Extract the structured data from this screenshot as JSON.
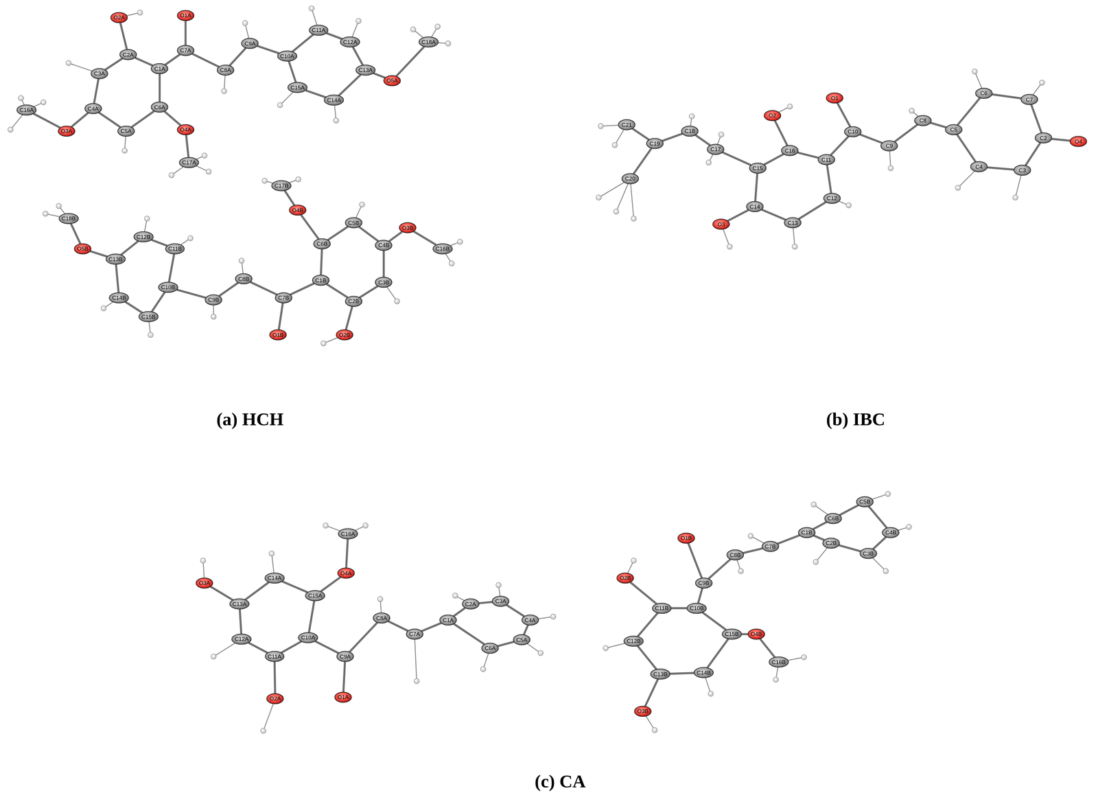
{
  "diagram": {
    "nodes": [
      {
        "text": [
          "O2A"
        ]
      },
      {
        "text": [
          "O1A"
        ]
      },
      {
        "text": [
          "C2A"
        ]
      },
      {
        "text": [
          "C7A"
        ]
      },
      {
        "text": [
          "C8A"
        ]
      },
      {
        "text": [
          "C9A"
        ]
      },
      {
        "text": [
          "C10A"
        ]
      },
      {
        "text": [
          "C11A"
        ]
      },
      {
        "text": [
          "C12A"
        ]
      },
      {
        "text": [
          "C13A"
        ]
      },
      {
        "text": [
          "O5A"
        ]
      },
      {
        "text": [
          "C18A"
        ]
      },
      {
        "text": [
          "C1A"
        ]
      },
      {
        "text": [
          "C3A"
        ]
      },
      {
        "text": [
          "C4A"
        ]
      },
      {
        "text": [
          "O3A"
        ]
      },
      {
        "text": [
          "C16A"
        ]
      },
      {
        "text": [
          "C5A"
        ]
      },
      {
        "text": [
          "C6A"
        ]
      },
      {
        "text": [
          "O4A"
        ]
      },
      {
        "text": [
          "C17A"
        ]
      },
      {
        "text": [
          "C15A"
        ]
      },
      {
        "text": [
          "C14A"
        ]
      },
      {
        "text": [
          "C17B"
        ]
      },
      {
        "text": [
          "C18B"
        ]
      },
      {
        "text": [
          "O4B"
        ]
      },
      {
        "text": [
          "C12B"
        ]
      },
      {
        "text": [
          "C11B"
        ]
      },
      {
        "text": [
          "C5B"
        ]
      },
      {
        "text": [
          "O3B"
        ]
      },
      {
        "text": [
          "C16B"
        ]
      },
      {
        "text": [
          "C4B"
        ]
      },
      {
        "text": [
          "C6B"
        ]
      },
      {
        "text": [
          "O5B"
        ]
      },
      {
        "text": [
          "C13B"
        ]
      },
      {
        "text": [
          "C8B"
        ]
      },
      {
        "text": [
          "C1B"
        ]
      },
      {
        "text": [
          "C3B"
        ]
      },
      {
        "text": [
          "C10B"
        ]
      },
      {
        "text": [
          "C9B"
        ]
      },
      {
        "text": [
          "C7B"
        ]
      },
      {
        "text": [
          "C2B"
        ]
      },
      {
        "text": [
          "C14B"
        ]
      },
      {
        "text": [
          "C15B"
        ]
      },
      {
        "text": [
          "O1B"
        ]
      },
      {
        "text": [
          "O2B"
        ]
      },
      {
        "text": [
          "O1"
        ]
      },
      {
        "text": [
          "O2"
        ]
      },
      {
        "text": [
          "C8"
        ]
      },
      {
        "text": [
          "C6"
        ]
      },
      {
        "text": [
          "C7"
        ]
      },
      {
        "text": [
          "C21"
        ]
      },
      {
        "text": [
          "C18"
        ]
      },
      {
        "text": [
          "C10"
        ]
      },
      {
        "text": [
          "C5"
        ]
      },
      {
        "text": [
          "C2"
        ]
      },
      {
        "text": [
          "O4"
        ]
      },
      {
        "text": [
          "C19"
        ]
      },
      {
        "text": [
          "C9"
        ]
      },
      {
        "text": [
          "C17"
        ]
      },
      {
        "text": [
          "C16"
        ]
      },
      {
        "text": [
          "C11"
        ]
      },
      {
        "text": [
          "C15"
        ]
      },
      {
        "text": [
          "C4"
        ]
      },
      {
        "text": [
          "C3"
        ]
      },
      {
        "text": [
          "C20"
        ]
      },
      {
        "text": [
          "C12"
        ]
      },
      {
        "text": [
          "C14"
        ]
      },
      {
        "text": [
          "C13"
        ]
      },
      {
        "text": [
          "O3"
        ]
      },
      {
        "text": [
          "C16A"
        ]
      },
      {
        "text": [
          "C14A"
        ]
      },
      {
        "text": [
          "O4A"
        ]
      },
      {
        "text": [
          "O3A"
        ]
      },
      {
        "text": [
          "C15A"
        ]
      },
      {
        "text": [
          "C13A"
        ]
      },
      {
        "text": [
          "C2A"
        ]
      },
      {
        "text": [
          "C3A"
        ]
      },
      {
        "text": [
          "C4A"
        ]
      },
      {
        "text": [
          "C10A"
        ]
      },
      {
        "text": [
          "C8A"
        ]
      },
      {
        "text": [
          "C1A"
        ]
      },
      {
        "text": [
          "C12A"
        ]
      },
      {
        "text": [
          "C9A"
        ]
      },
      {
        "text": [
          "C7A"
        ]
      },
      {
        "text": [
          "C5A"
        ]
      },
      {
        "text": [
          "C6A"
        ]
      },
      {
        "text": [
          "C11A"
        ]
      },
      {
        "text": [
          "O1A"
        ]
      },
      {
        "text": [
          "O2A"
        ]
      },
      {
        "text": [
          "O1B"
        ]
      },
      {
        "text": [
          "C6B"
        ]
      },
      {
        "text": [
          "C5B"
        ]
      },
      {
        "text": [
          "C1B"
        ]
      },
      {
        "text": [
          "C7B"
        ]
      },
      {
        "text": [
          "C4B"
        ]
      },
      {
        "text": [
          "C2B"
        ]
      },
      {
        "text": [
          "C8B"
        ]
      },
      {
        "text": [
          "C3B"
        ]
      },
      {
        "text": [
          "O2B"
        ]
      },
      {
        "text": [
          "C9B"
        ]
      },
      {
        "text": [
          "C11B"
        ]
      },
      {
        "text": [
          "C10B"
        ]
      },
      {
        "text": [
          "C15B"
        ]
      },
      {
        "text": [
          "O4B"
        ]
      },
      {
        "text": [
          "C12B"
        ]
      },
      {
        "text": [
          "C16B"
        ]
      },
      {
        "text": [
          "C13B"
        ]
      },
      {
        "text": [
          "C14B"
        ]
      },
      {
        "text": [
          "O3B"
        ]
      }
    ],
    "edges": [
      {
        "from": 0,
        "to": 2,
        "arrow": "none"
      },
      {
        "from": 2,
        "to": 12,
        "arrow": "none"
      },
      {
        "from": 2,
        "to": 13,
        "arrow": "none"
      },
      {
        "from": 12,
        "to": 3,
        "arrow": "none"
      },
      {
        "from": 3,
        "to": 1,
        "arrow": "none"
      },
      {
        "from": 3,
        "to": 4,
        "arrow": "none"
      },
      {
        "from": 4,
        "to": 5,
        "arrow": "none"
      },
      {
        "from": 5,
        "to": 6,
        "arrow": "none"
      },
      {
        "from": 6,
        "to": 7,
        "arrow": "none"
      },
      {
        "from": 7,
        "to": 8,
        "arrow": "none"
      },
      {
        "from": 8,
        "to": 9,
        "arrow": "none"
      },
      {
        "from": 9,
        "to": 22,
        "arrow": "none"
      },
      {
        "from": 22,
        "to": 21,
        "arrow": "none"
      },
      {
        "from": 21,
        "to": 6,
        "arrow": "none"
      },
      {
        "from": 9,
        "to": 10,
        "arrow": "none"
      },
      {
        "from": 10,
        "to": 11,
        "arrow": "none"
      },
      {
        "from": 12,
        "to": 18,
        "arrow": "none"
      },
      {
        "from": 13,
        "to": 14,
        "arrow": "none"
      },
      {
        "from": 14,
        "to": 17,
        "arrow": "none"
      },
      {
        "from": 17,
        "to": 18,
        "arrow": "none"
      },
      {
        "from": 14,
        "to": 15,
        "arrow": "none"
      },
      {
        "from": 15,
        "to": 16,
        "arrow": "none"
      },
      {
        "from": 18,
        "to": 19,
        "arrow": "none"
      },
      {
        "from": 19,
        "to": 20,
        "arrow": "none"
      },
      {
        "from": 23,
        "to": 25,
        "arrow": "none"
      },
      {
        "from": 25,
        "to": 32,
        "arrow": "none"
      },
      {
        "from": 32,
        "to": 28,
        "arrow": "none"
      },
      {
        "from": 28,
        "to": 31,
        "arrow": "none"
      },
      {
        "from": 31,
        "to": 29,
        "arrow": "none"
      },
      {
        "from": 29,
        "to": 30,
        "arrow": "none"
      },
      {
        "from": 31,
        "to": 37,
        "arrow": "none"
      },
      {
        "from": 37,
        "to": 41,
        "arrow": "none"
      },
      {
        "from": 41,
        "to": 45,
        "arrow": "none"
      },
      {
        "from": 41,
        "to": 36,
        "arrow": "none"
      },
      {
        "from": 36,
        "to": 32,
        "arrow": "none"
      },
      {
        "from": 36,
        "to": 40,
        "arrow": "none"
      },
      {
        "from": 40,
        "to": 44,
        "arrow": "none"
      },
      {
        "from": 40,
        "to": 35,
        "arrow": "none"
      },
      {
        "from": 35,
        "to": 39,
        "arrow": "none"
      },
      {
        "from": 39,
        "to": 38,
        "arrow": "none"
      },
      {
        "from": 38,
        "to": 27,
        "arrow": "none"
      },
      {
        "from": 27,
        "to": 26,
        "arrow": "none"
      },
      {
        "from": 26,
        "to": 34,
        "arrow": "none"
      },
      {
        "from": 34,
        "to": 33,
        "arrow": "none"
      },
      {
        "from": 33,
        "to": 24,
        "arrow": "none"
      },
      {
        "from": 34,
        "to": 42,
        "arrow": "none"
      },
      {
        "from": 42,
        "to": 43,
        "arrow": "none"
      },
      {
        "from": 43,
        "to": 38,
        "arrow": "none"
      },
      {
        "from": 46,
        "to": 53,
        "arrow": "none"
      },
      {
        "from": 53,
        "to": 58,
        "arrow": "none"
      },
      {
        "from": 58,
        "to": 48,
        "arrow": "none"
      },
      {
        "from": 48,
        "to": 54,
        "arrow": "none"
      },
      {
        "from": 54,
        "to": 49,
        "arrow": "none"
      },
      {
        "from": 49,
        "to": 50,
        "arrow": "none"
      },
      {
        "from": 50,
        "to": 55,
        "arrow": "none"
      },
      {
        "from": 55,
        "to": 56,
        "arrow": "none"
      },
      {
        "from": 55,
        "to": 64,
        "arrow": "none"
      },
      {
        "from": 64,
        "to": 63,
        "arrow": "none"
      },
      {
        "from": 63,
        "to": 54,
        "arrow": "none"
      },
      {
        "from": 53,
        "to": 61,
        "arrow": "none"
      },
      {
        "from": 61,
        "to": 60,
        "arrow": "none"
      },
      {
        "from": 60,
        "to": 47,
        "arrow": "none"
      },
      {
        "from": 60,
        "to": 62,
        "arrow": "none"
      },
      {
        "from": 62,
        "to": 67,
        "arrow": "none"
      },
      {
        "from": 67,
        "to": 69,
        "arrow": "none"
      },
      {
        "from": 67,
        "to": 68,
        "arrow": "none"
      },
      {
        "from": 68,
        "to": 66,
        "arrow": "none"
      },
      {
        "from": 66,
        "to": 61,
        "arrow": "none"
      },
      {
        "from": 62,
        "to": 59,
        "arrow": "none"
      },
      {
        "from": 59,
        "to": 52,
        "arrow": "none"
      },
      {
        "from": 52,
        "to": 57,
        "arrow": "none"
      },
      {
        "from": 57,
        "to": 51,
        "arrow": "none"
      },
      {
        "from": 57,
        "to": 65,
        "arrow": "none"
      },
      {
        "from": 70,
        "to": 72,
        "arrow": "none"
      },
      {
        "from": 72,
        "to": 74,
        "arrow": "none"
      },
      {
        "from": 74,
        "to": 71,
        "arrow": "none"
      },
      {
        "from": 71,
        "to": 75,
        "arrow": "none"
      },
      {
        "from": 75,
        "to": 73,
        "arrow": "none"
      },
      {
        "from": 75,
        "to": 82,
        "arrow": "none"
      },
      {
        "from": 82,
        "to": 87,
        "arrow": "none"
      },
      {
        "from": 87,
        "to": 89,
        "arrow": "none"
      },
      {
        "from": 87,
        "to": 79,
        "arrow": "none"
      },
      {
        "from": 79,
        "to": 74,
        "arrow": "none"
      },
      {
        "from": 79,
        "to": 83,
        "arrow": "none"
      },
      {
        "from": 83,
        "to": 88,
        "arrow": "none"
      },
      {
        "from": 83,
        "to": 80,
        "arrow": "none"
      },
      {
        "from": 80,
        "to": 84,
        "arrow": "none"
      },
      {
        "from": 84,
        "to": 81,
        "arrow": "none"
      },
      {
        "from": 81,
        "to": 76,
        "arrow": "none"
      },
      {
        "from": 76,
        "to": 77,
        "arrow": "none"
      },
      {
        "from": 77,
        "to": 78,
        "arrow": "none"
      },
      {
        "from": 78,
        "to": 85,
        "arrow": "none"
      },
      {
        "from": 85,
        "to": 86,
        "arrow": "none"
      },
      {
        "from": 86,
        "to": 81,
        "arrow": "none"
      },
      {
        "from": 90,
        "to": 100,
        "arrow": "none"
      },
      {
        "from": 100,
        "to": 97,
        "arrow": "none"
      },
      {
        "from": 97,
        "to": 94,
        "arrow": "none"
      },
      {
        "from": 94,
        "to": 93,
        "arrow": "none"
      },
      {
        "from": 93,
        "to": 91,
        "arrow": "none"
      },
      {
        "from": 91,
        "to": 92,
        "arrow": "none"
      },
      {
        "from": 92,
        "to": 95,
        "arrow": "none"
      },
      {
        "from": 95,
        "to": 98,
        "arrow": "none"
      },
      {
        "from": 98,
        "to": 96,
        "arrow": "none"
      },
      {
        "from": 96,
        "to": 93,
        "arrow": "none"
      },
      {
        "from": 100,
        "to": 102,
        "arrow": "none"
      },
      {
        "from": 102,
        "to": 101,
        "arrow": "none"
      },
      {
        "from": 101,
        "to": 99,
        "arrow": "none"
      },
      {
        "from": 101,
        "to": 105,
        "arrow": "none"
      },
      {
        "from": 105,
        "to": 107,
        "arrow": "none"
      },
      {
        "from": 107,
        "to": 109,
        "arrow": "none"
      },
      {
        "from": 107,
        "to": 108,
        "arrow": "none"
      },
      {
        "from": 108,
        "to": 103,
        "arrow": "none"
      },
      {
        "from": 103,
        "to": 102,
        "arrow": "none"
      },
      {
        "from": 103,
        "to": 104,
        "arrow": "none"
      },
      {
        "from": 104,
        "to": 106,
        "arrow": "none"
      }
    ],
    "labels": [
      "(a) HCH",
      "(b) IBC",
      "(c) CA"
    ]
  }
}
